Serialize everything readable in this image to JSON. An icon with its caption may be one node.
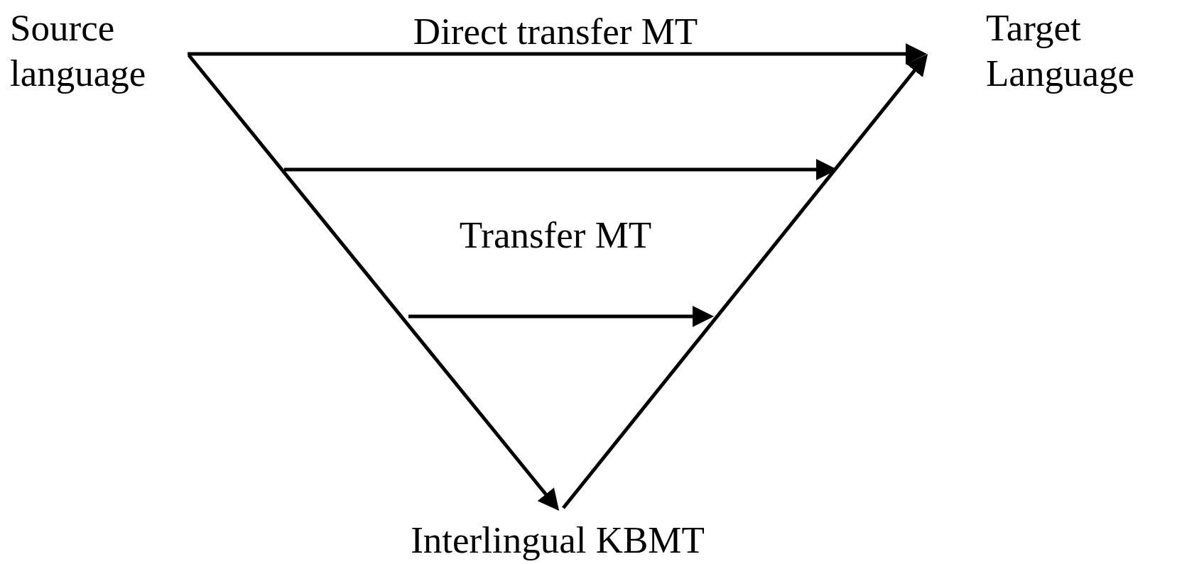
{
  "diagram": {
    "nodes": [
      {
        "text": [
          "Source language"
        ]
      },
      {
        "text": [
          "Target Language"
        ]
      },
      {
        "text": [
          "Interlingual KBMT"
        ]
      }
    ],
    "edges": [
      {
        "from": 0,
        "to": 1,
        "arrow": "to",
        "label": "Direct transfer MT"
      },
      {
        "from": 0,
        "to": 2,
        "arrow": "to"
      },
      {
        "from": 2,
        "to": 1,
        "arrow": "to"
      }
    ],
    "labels": [
      "Transfer MT"
    ]
  }
}
